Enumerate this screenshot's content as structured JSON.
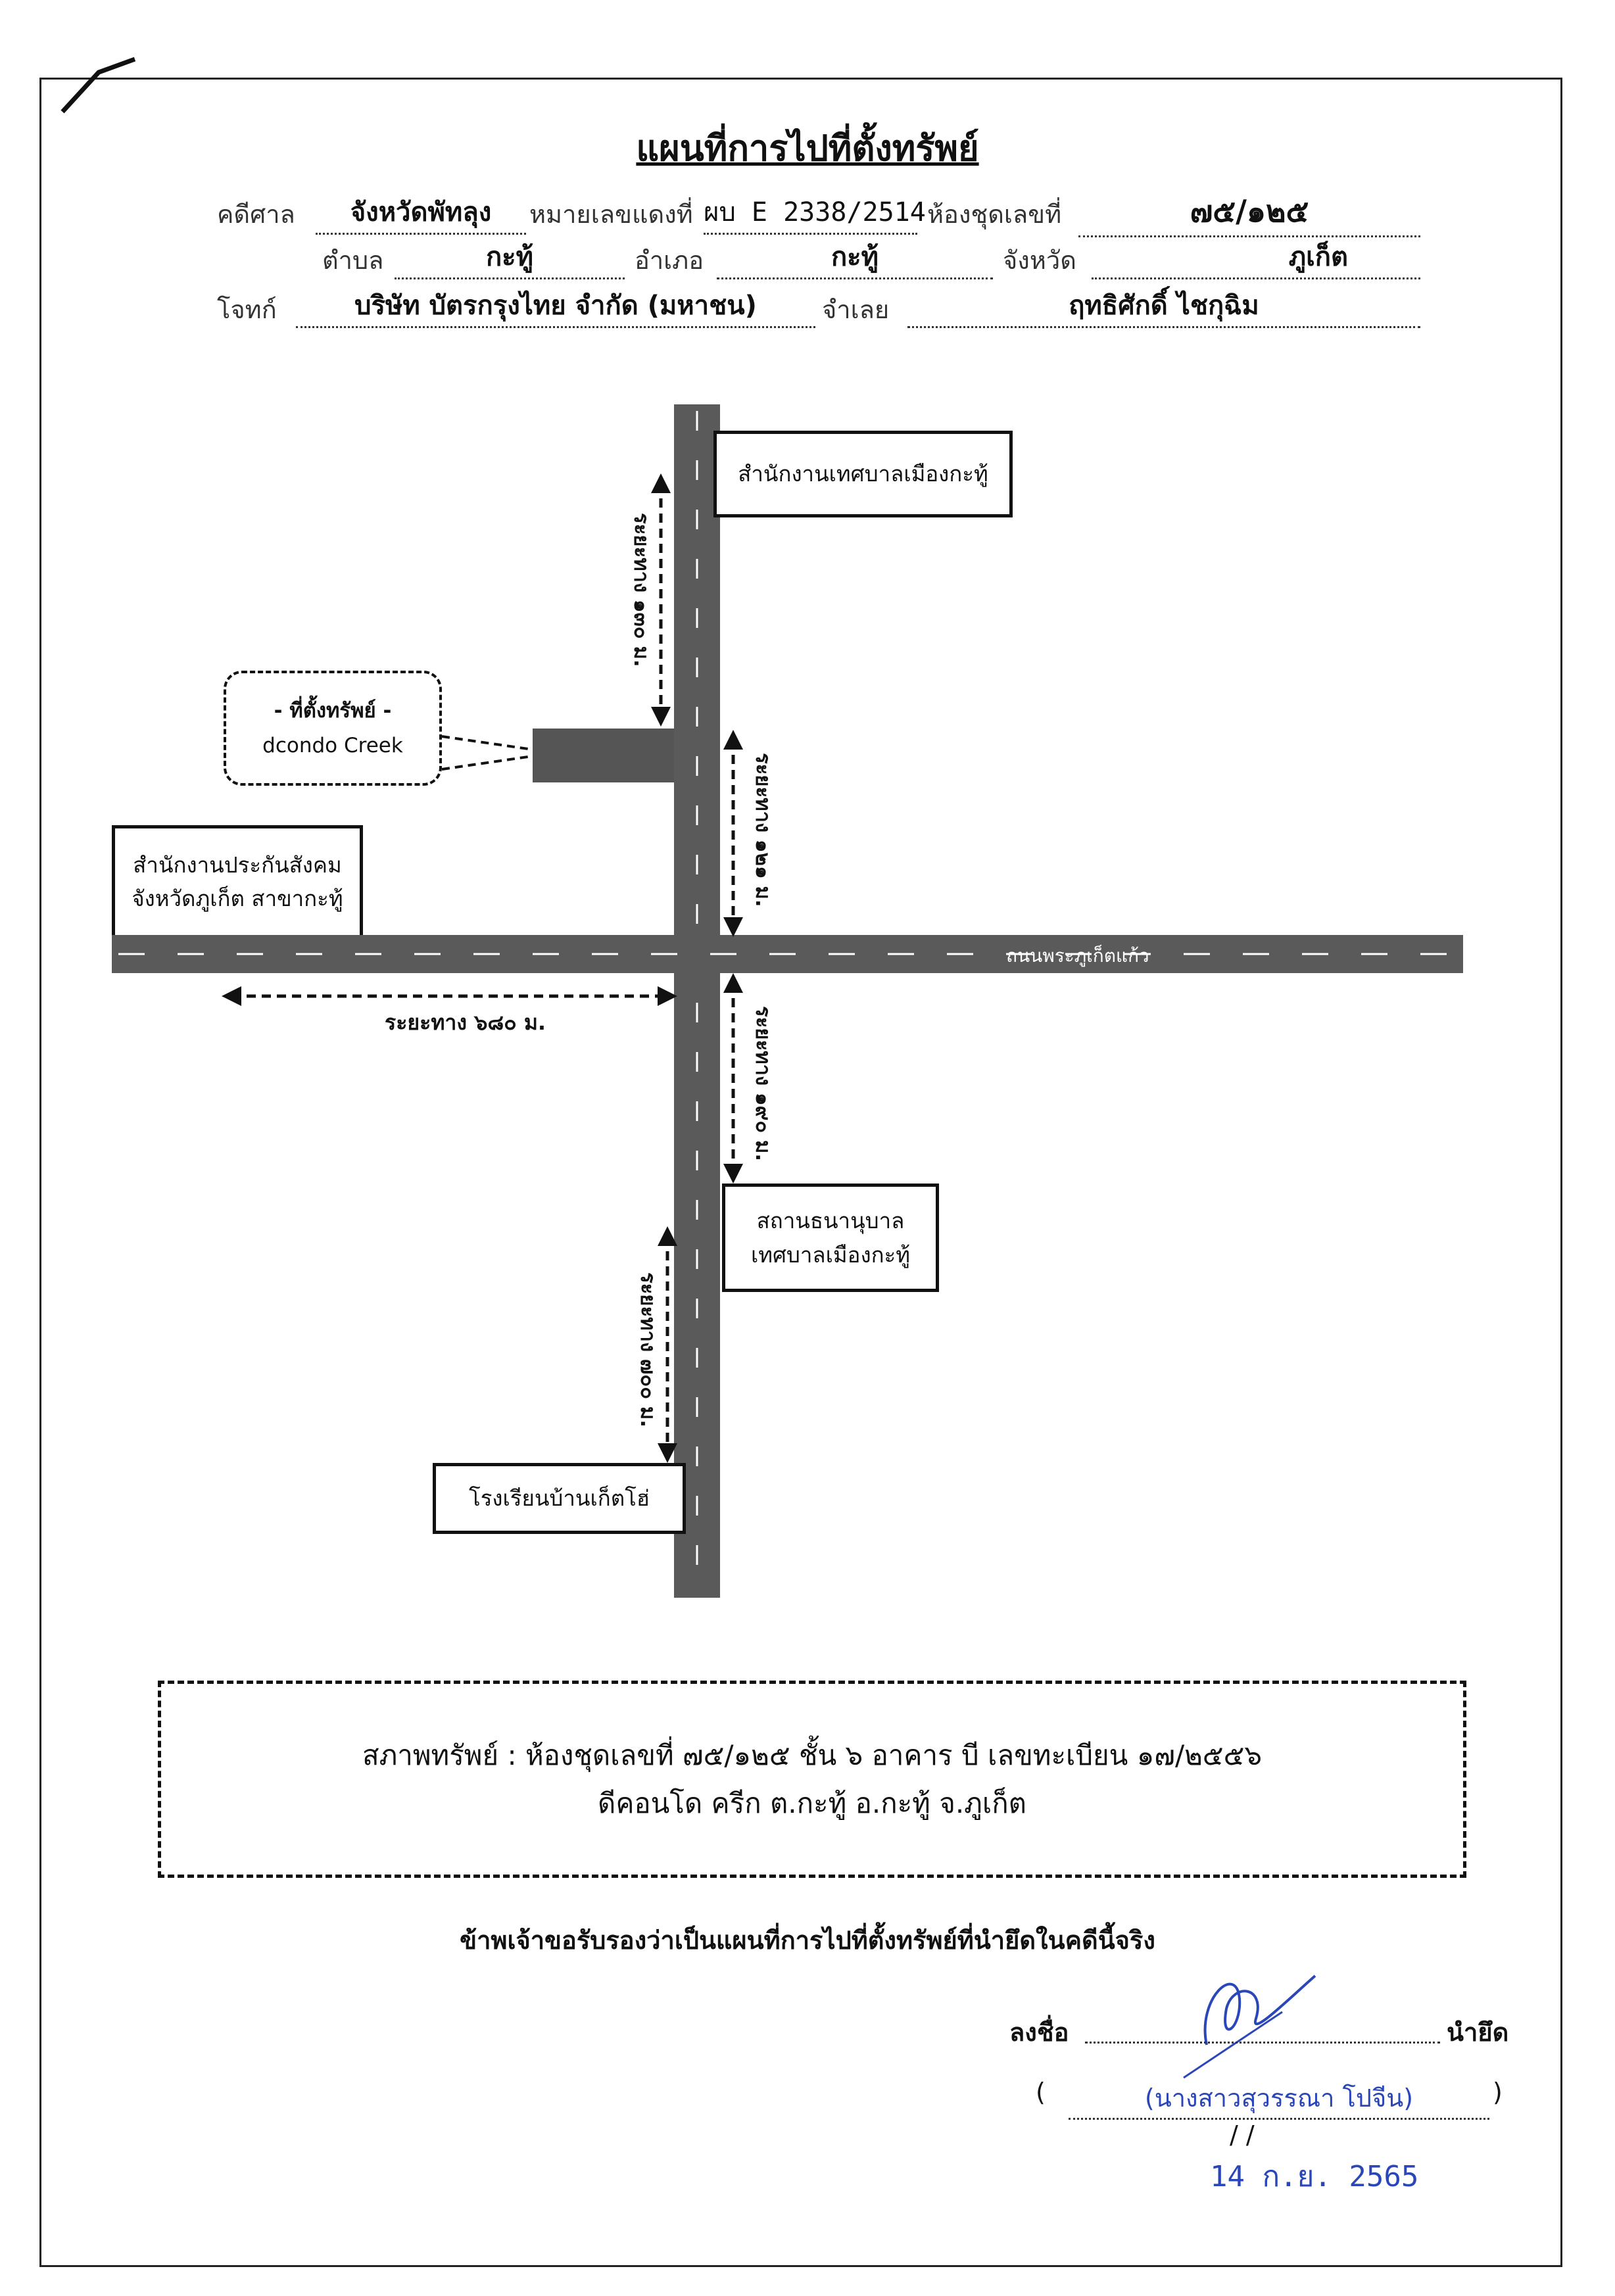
{
  "title": "แผนที่การไปที่ตั้งทรัพย์",
  "header": {
    "court_label": "คดีศาล",
    "court_value": "จังหวัดพัทลุง",
    "redcase_label": "หมายเลขแดงที่",
    "redcase_value": "ผบ E 2338/2514",
    "unit_label": "ห้องชุดเลขที่",
    "unit_value": "๗๕/๑๒๕",
    "subdistrict_label": "ตำบล",
    "subdistrict_value": "กะทู้",
    "district_label": "อำเภอ",
    "district_value": "กะทู้",
    "province_label": "จังหวัด",
    "province_value": "ภูเก็ต",
    "plaintiff_label": "โจทก์",
    "plaintiff_value": "บริษัท บัตรกรุงไทย จำกัด (มหาชน)",
    "defendant_label": "จำเลย",
    "defendant_value": "ฤทธิศักดิ์ ไชกุฉิม"
  },
  "map": {
    "landmark_top": "สำนักงานเทศบาลเมืองกะทู้",
    "property_callout_line1": "- ที่ตั้งทรัพย์ -",
    "property_callout_line2": "dcondo Creek",
    "landmark_left_line1": "สำนักงานประกันสังคม",
    "landmark_left_line2": "จังหวัดภูเก็ต สาขากะทู้",
    "road_name": "ถนนพระภูเก็ตแก้ว",
    "landmark_mid_line1": "สถานธนานุบาล",
    "landmark_mid_line2": "เทศบาลเมืองกะทู้",
    "landmark_bottom": "โรงเรียนบ้านเก็ตโฮ่",
    "dist_top": "ระยะทาง ๑๓๐ ม.",
    "dist_property_junction": "ระยะทาง ๑๒๑ ม.",
    "dist_left": "ระยะทาง ๖๘๐ ม.",
    "dist_below_junction": "ระยะทาง ๑๙๐ ม.",
    "dist_bottom": "ระยะทาง ๗๐๐ ม."
  },
  "status": {
    "line1": "สภาพทรัพย์ :  ห้องชุดเลขที่ ๗๕/๑๒๕ ชั้น ๖ อาคาร บี เลขทะเบียน ๑๗/๒๕๕๖",
    "line2": "ดีคอนโด ครีก ต.กะทู้ อ.กะทู้ จ.ภูเก็ต"
  },
  "certification": "ข้าพเจ้าขอรับรองว่าเป็นแผนที่การไปที่ตั้งทรัพย์ที่นำยึดในคดีนี้จริง",
  "signature": {
    "sign_label": "ลงชื่อ",
    "role": "นำยึด",
    "name": "(นางสาวสุวรรณา โปจีน)",
    "open_paren": "(",
    "close_paren": ")",
    "date_slashes": "/          /",
    "stamp_date": "14 ก.ย. 2565"
  },
  "colors": {
    "road": "#5a5a5a",
    "ink_blue": "#2a46b8",
    "property_block": "#555555"
  }
}
